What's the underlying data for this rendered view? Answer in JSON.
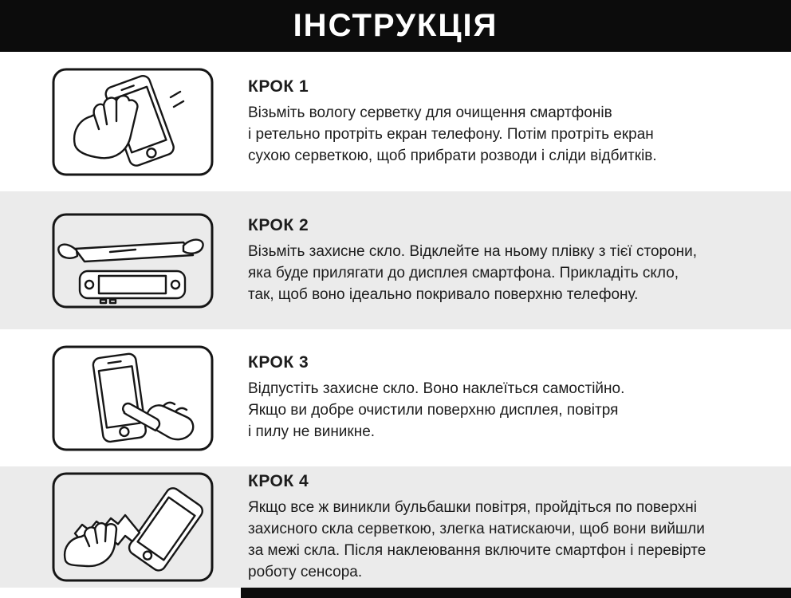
{
  "header": {
    "title": "ІНСТРУКЦІЯ"
  },
  "steps": [
    {
      "title": "КРОК 1",
      "illustration": "hand-wiping-phone-icon",
      "lines": [
        "Візьміть вологу серветку для очищення смартфонів",
        "і ретельно протріть екран телефону. Потім протріть екран",
        "сухою серветкою, щоб прибрати розводи і сліди відбитків."
      ]
    },
    {
      "title": "КРОК 2",
      "illustration": "peeling-film-from-glass-icon",
      "lines": [
        "Візьміть захисне скло. Відклейте на ньому плівку з тієї сторони,",
        "яка буде прилягати до дисплея смартфона. Прикладіть скло,",
        "так, щоб воно ідеально покривало поверхню телефону."
      ]
    },
    {
      "title": "КРОК 3",
      "illustration": "finger-pressing-glass-icon",
      "lines": [
        "Відпустіть захисне скло. Воно наклеїться самостійно.",
        "Якщо ви добре очистили поверхню дисплея, повітря",
        "і пилу не виникне."
      ]
    },
    {
      "title": "КРОК 4",
      "illustration": "smoothing-bubbles-with-cloth-icon",
      "lines": [
        "Якщо все ж виникли бульбашки повітря, пройдіться по поверхні",
        "захисного скла серветкою, злегка натискаючи, щоб вони вийшли",
        "за межі скла. Після наклеювання включите смартфон і перевірте",
        "роботу сенсора."
      ]
    }
  ],
  "colors": {
    "header_bg": "#0c0c0c",
    "alt_row_bg": "#ebebeb",
    "line_art": "#161616",
    "text": "#1c1c1c"
  }
}
